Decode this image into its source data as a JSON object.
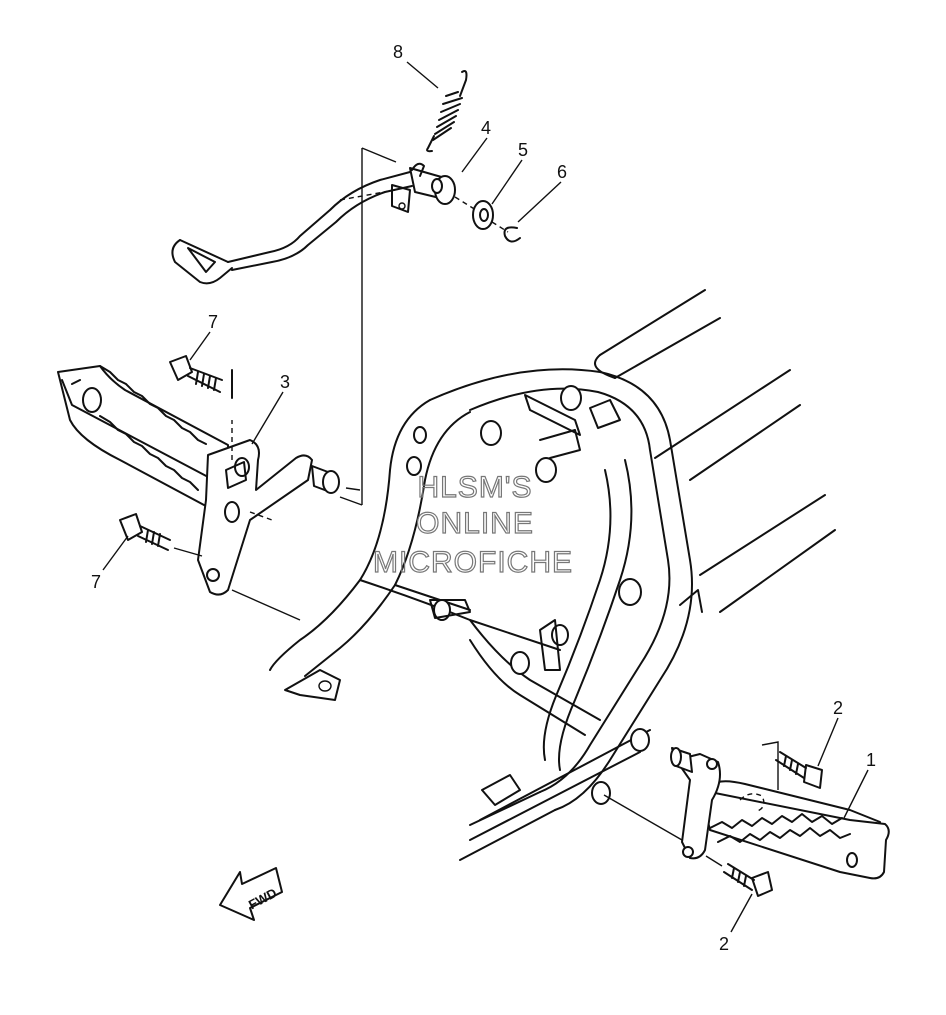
{
  "callouts": {
    "c8": "8",
    "c4": "4",
    "c5": "5",
    "c6": "6",
    "c7a": "7",
    "c3": "3",
    "c7b": "7",
    "c2a": "2",
    "c1": "1",
    "c2b": "2"
  },
  "watermark": {
    "line1": "HLSM'S",
    "line2": "ONLINE",
    "line3": "MICROFICHE"
  },
  "fwd_label": "FWD"
}
